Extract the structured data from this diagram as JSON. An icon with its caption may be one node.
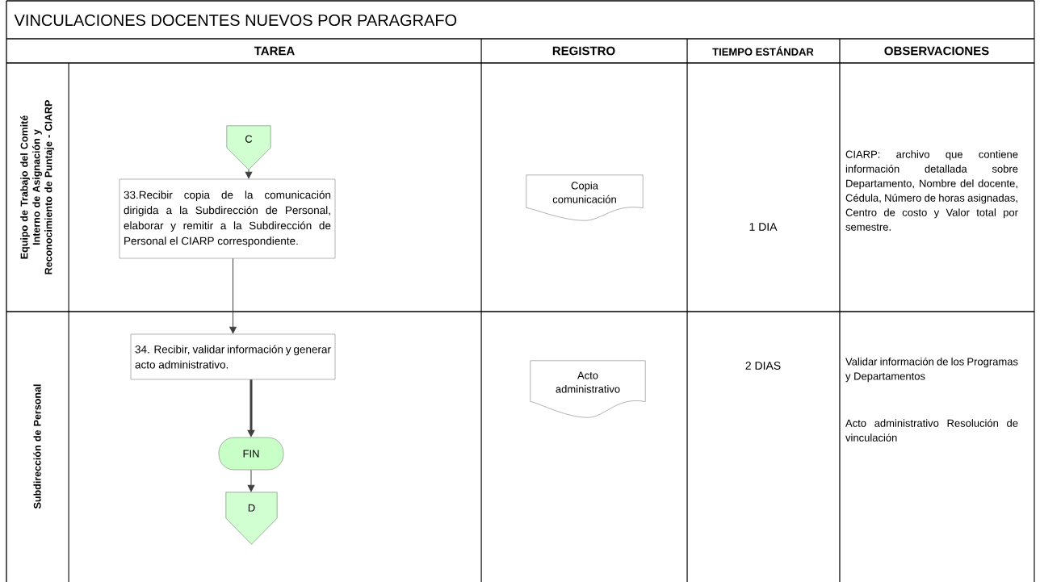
{
  "diagram": {
    "title": "VINCULACIONES DOCENTES NUEVOS POR PARAGRAFO",
    "nodes": [
      {
        "text": [
          "Equipo de Trabajo del Comité Interno de Asignación y Reconocimiento de Puntaje - CIARP"
        ]
      },
      {
        "text": [
          "Subdirección de Personal"
        ]
      },
      {
        "text": [
          "C"
        ]
      },
      {
        "text": [
          "33.Recibir copia de la comunicación dirigida a la Subdirección de Personal, elaborar y remitir a la Subdirección de Personal el CIARP correspondiente."
        ]
      },
      {
        "text": [
          "Copia comunicación"
        ]
      },
      {
        "text": [
          "34. Recibir, validar información y generar acto administrativo."
        ]
      },
      {
        "text": [
          "Acto administrativo"
        ]
      },
      {
        "text": [
          "FIN"
        ]
      },
      {
        "text": [
          "D"
        ]
      }
    ],
    "edges": [
      {
        "from": 2,
        "to": 3,
        "arrow": "to"
      },
      {
        "from": 3,
        "to": 5,
        "arrow": "to"
      },
      {
        "from": 5,
        "to": 7,
        "arrow": "to",
        "style": "thick"
      },
      {
        "from": 7,
        "to": 8,
        "arrow": "to"
      }
    ],
    "labels": [
      "TAREA",
      "REGISTRO",
      "TIEMPO ESTÁNDAR",
      "OBSERVACIONES",
      "1 DIA",
      "CIARP: archivo que contiene información detallada sobre Departamento, Nombre del docente, Cédula, Número de horas asignadas, Centro de costo y Valor total por semestre.",
      "2 DIAS",
      "Validar información de los Programas y Departamentos",
      "Acto administrativo Resolución de vinculación"
    ]
  }
}
